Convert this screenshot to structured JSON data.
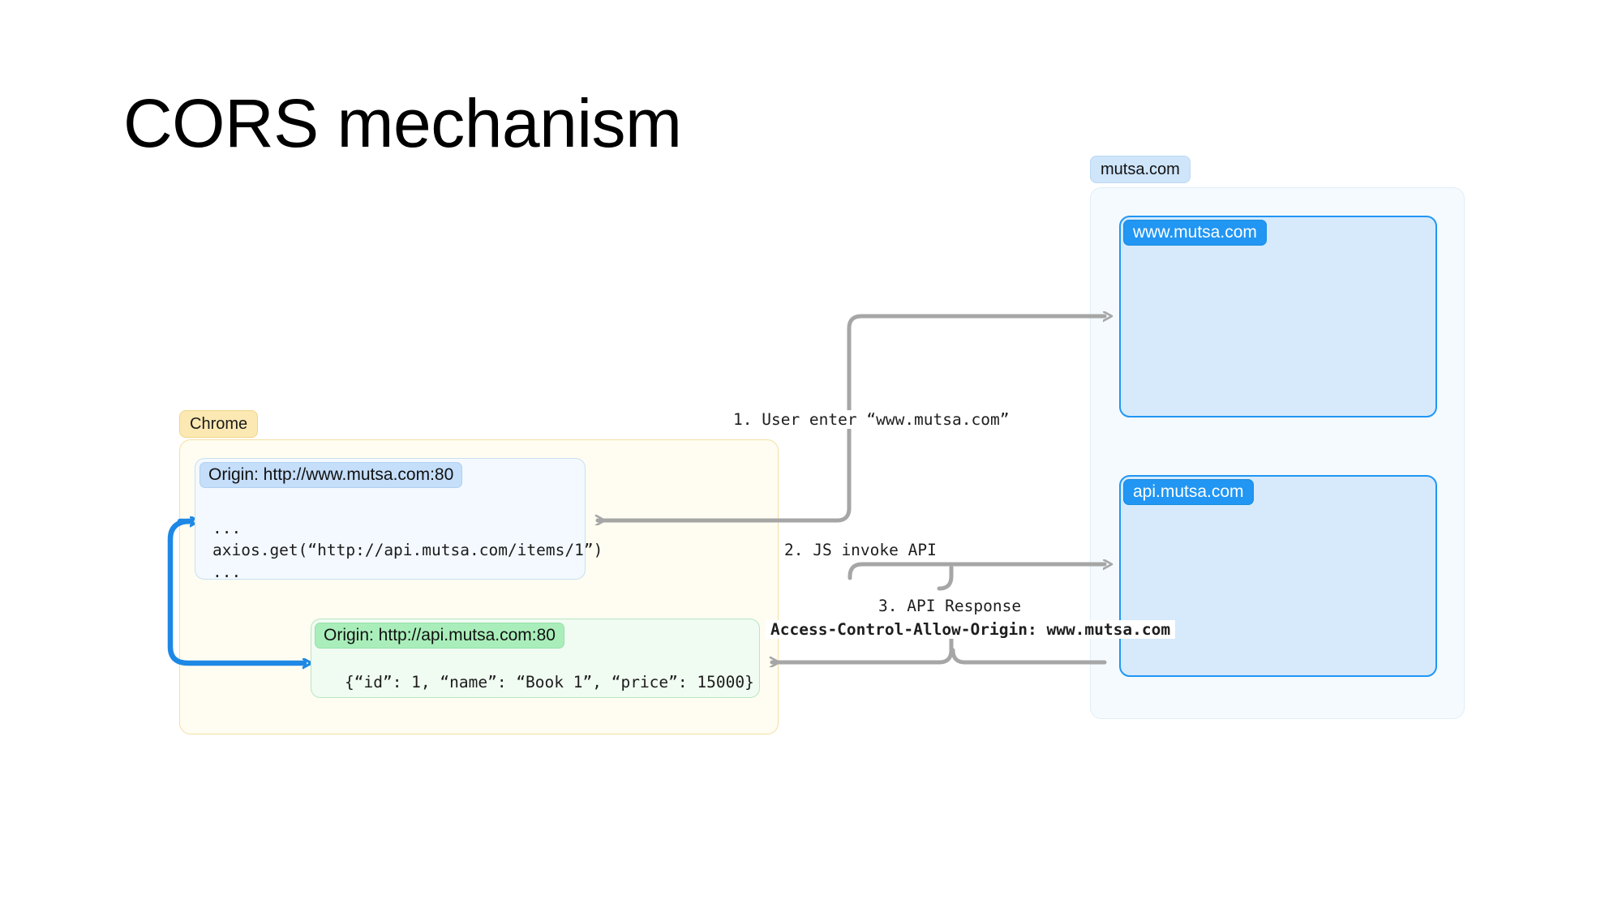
{
  "page": {
    "title": "CORS mechanism",
    "background": "#ffffff"
  },
  "colors": {
    "browser_accent": "#fce8b2",
    "browser_panel": "#fffdf1",
    "origin_www_tag": "#c5defa",
    "origin_api_tag": "#a9eeba",
    "server_accent": "#2196f3",
    "server_panel": "#f4fafe",
    "host_card": "#d6eafc",
    "arrow_gray": "#a6a6a6",
    "arrow_blue": "#1e88e5"
  },
  "browser": {
    "tag_label": "Chrome",
    "origins": [
      {
        "name": "origin-www",
        "tag_label": "Origin: http://www.mutsa.com:80",
        "code": "...\naxios.get(“http://api.mutsa.com/items/1”)\n..."
      },
      {
        "name": "origin-api",
        "tag_label": "Origin: http://api.mutsa.com:80",
        "code": "{“id”: 1, “name”: “Book 1”, “price”: 15000}"
      }
    ]
  },
  "server": {
    "tag_label": "mutsa.com",
    "hosts": [
      {
        "name": "host-www",
        "tag_label": "www.mutsa.com"
      },
      {
        "name": "host-api",
        "tag_label": "api.mutsa.com"
      }
    ]
  },
  "flow": {
    "step1": "1. User enter “www.mutsa.com”",
    "step2": "2. JS invoke API",
    "step3": "3. API Response",
    "step3_header": "Access-Control-Allow-Origin: www.mutsa.com"
  }
}
